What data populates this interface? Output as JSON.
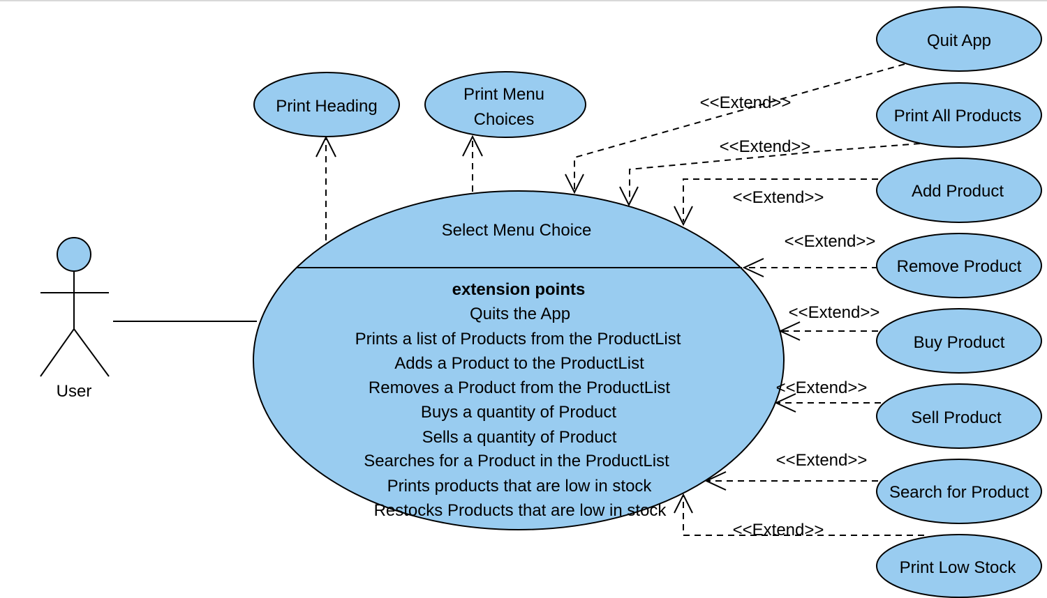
{
  "actor": {
    "label": "User"
  },
  "main_use_case": {
    "name": "Select Menu Choice",
    "extension_heading": "extension points",
    "extension_points": [
      "Quits the App",
      "Prints a list of Products from the ProductList",
      "Adds a Product to the ProductList",
      "Removes a Product from the ProductList",
      "Buys a quantity of Product",
      "Sells a quantity of Product",
      "Searches for a Product in the ProductList",
      "Prints products that are low in stock",
      "Restocks Products that are low in stock"
    ]
  },
  "included_use_cases": {
    "print_heading": "Print Heading",
    "print_menu_line1": "Print Menu",
    "print_menu_line2": "Choices"
  },
  "extend_use_cases": {
    "quit_app": "Quit App",
    "print_all_products": "Print All Products",
    "add_product": "Add Product",
    "remove_product": "Remove Product",
    "buy_product": "Buy Product",
    "sell_product": "Sell Product",
    "search_for_product": "Search for Product",
    "print_low_stock": "Print Low Stock"
  },
  "relationship_labels": {
    "extend": "<<Extend>>"
  },
  "colors": {
    "use_case_fill": "#99ccf0",
    "line": "#000000",
    "background": "#ffffff"
  }
}
